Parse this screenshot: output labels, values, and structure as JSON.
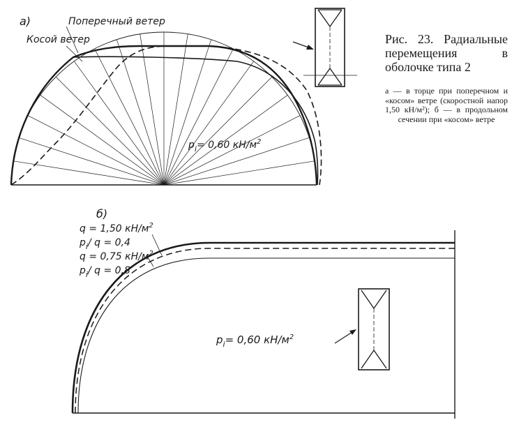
{
  "figure": {
    "caption_title": "Рис. 23. Радиальные перемещения в оболочке типа 2",
    "caption_body": "а — в торце при поперечном и «косом» ветре (скоростной напор 1,50 кН/м²); б — в продольном сечении при «косом» ветре"
  },
  "panel_a": {
    "label": "а)",
    "cross_wind_label": "Поперечный ветер",
    "oblique_wind_label": "Косой ветер",
    "pressure_label": "p",
    "pressure_sub": "i",
    "pressure_value": "= 0,60 кН/м",
    "pressure_exp": "2"
  },
  "panel_b": {
    "label": "б)",
    "q1_label": "q = 1,50 кН/м",
    "q1_exp": "2",
    "ratio1_prefix": "p",
    "ratio1_sub": "i",
    "ratio1_value": "/ q = 0,4",
    "q2_label": "q = 0,75 кН/м",
    "q2_exp": "2",
    "ratio2_prefix": "p",
    "ratio2_sub": "i",
    "ratio2_value": "/ q = 0,8",
    "pressure_label": "p",
    "pressure_sub": "i",
    "pressure_value": "= 0,60 кН/м",
    "pressure_exp": "2"
  }
}
